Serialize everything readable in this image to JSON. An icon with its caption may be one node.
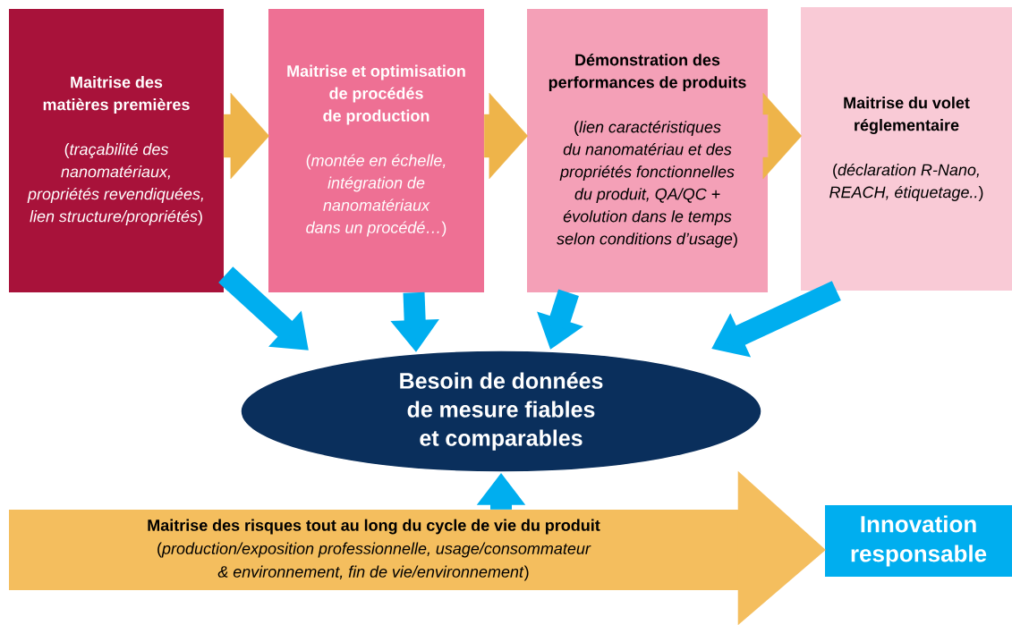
{
  "diagram": {
    "nodes": [
      {
        "text": [
          "Maitrise des matières premières",
          "(*traçabilité des nanomatériaux, propriétés revendiquées, lien structure/propriétés*)"
        ]
      },
      {
        "text": [
          "Maitrise et optimisation de procédés de production",
          "(*montée en échelle, intégration de nanomatériaux dans un procédé…*)"
        ]
      },
      {
        "text": [
          "Démonstration des performances de produits",
          "(*lien caractéristiques du nanomatériau et des propriétés fonctionnelles du produit, QA/QC + évolution dans le temps selon conditions d’usage*)"
        ]
      },
      {
        "text": [
          "Maitrise du volet réglementaire",
          "(*déclaration R-Nano, REACH, étiquetage..*)"
        ]
      },
      {
        "text": [
          "Besoin de données de mesure fiables et comparables"
        ]
      },
      {
        "text": [
          "Maitrise des risques tout au long du cycle de vie du produit",
          "(*production/exposition professionnelle, usage/consommateur & environnement, fin de vie/environnement*)"
        ]
      },
      {
        "text": [
          "Innovation responsable"
        ]
      }
    ],
    "edges": [
      {
        "from": 0,
        "to": 1,
        "arrow": "to",
        "style": "thick",
        "color": "#eeb44a"
      },
      {
        "from": 1,
        "to": 2,
        "arrow": "to",
        "style": "thick",
        "color": "#eeb44a"
      },
      {
        "from": 2,
        "to": 3,
        "arrow": "to",
        "style": "thick",
        "color": "#eeb44a"
      },
      {
        "from": 0,
        "to": 4,
        "arrow": "to"
      },
      {
        "from": 1,
        "to": 4,
        "arrow": "to"
      },
      {
        "from": 2,
        "to": 4,
        "arrow": "to"
      },
      {
        "from": 3,
        "to": 4,
        "arrow": "to"
      },
      {
        "from": 5,
        "to": 4,
        "arrow": "to"
      },
      {
        "from": 5,
        "to": 6,
        "arrow": "to",
        "style": "thick",
        "color": "#f4be5e"
      }
    ]
  }
}
